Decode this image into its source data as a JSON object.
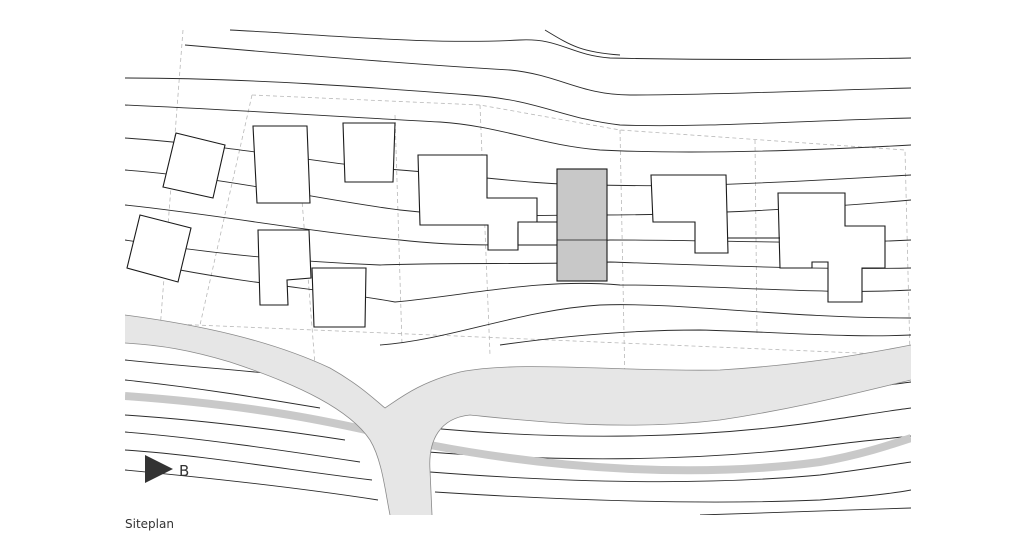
{
  "caption": "Siteplan",
  "section_marker": {
    "label": "B"
  },
  "colors": {
    "background": "#ffffff",
    "contour": "#2b2b2b",
    "plot_boundary": "#b8b8b8",
    "road_fill": "#e6e6e6",
    "road_edge": "#8a8a8a",
    "stream": "#c9c9c9",
    "new_building_fill": "#c8c8c8",
    "building_outline": "#1a1a1a",
    "marker": "#333333"
  },
  "elements": {
    "buildings": "existing-building",
    "new_building": "new-building-highlighted",
    "road": "access-road",
    "stream": "stream",
    "contours": "terrain-contour-lines",
    "plots": "plot-boundaries"
  }
}
